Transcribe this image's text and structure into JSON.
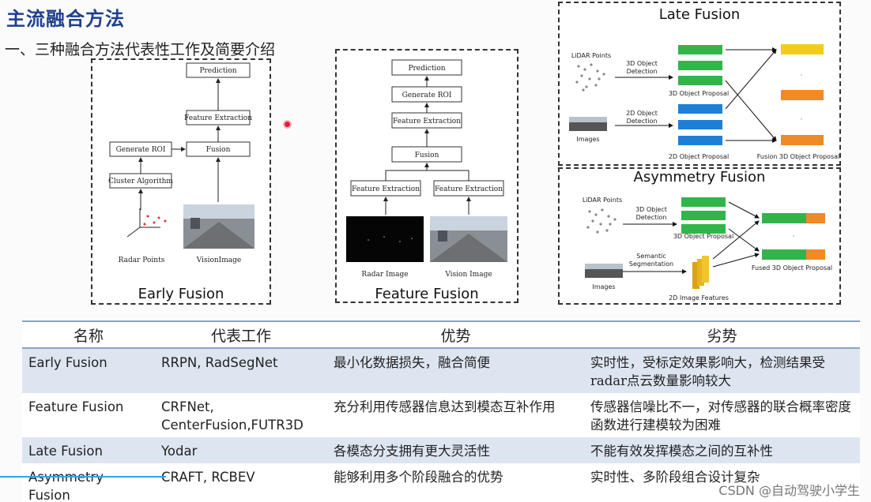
{
  "header": {
    "title": "主流融合方法",
    "subtitle": "一、三种融合方法代表性工作及简要介绍"
  },
  "early_fusion": {
    "caption": "Early Fusion",
    "boxes": {
      "prediction": "Prediction",
      "feature_extraction": "Feature Extraction",
      "generate_roi": "Generate ROI",
      "fusion": "Fusion",
      "cluster_algorithm": "Cluster Algorithm"
    },
    "labels": {
      "radar_points": "Radar Points",
      "vision_image": "VisionImage"
    }
  },
  "feature_fusion": {
    "caption": "Feature Fusion",
    "boxes": {
      "prediction": "Prediction",
      "generate_roi": "Generate ROI",
      "feature_extraction_top": "Feature Extraction",
      "fusion": "Fusion",
      "feature_extraction_left": "Feature Extraction",
      "feature_extraction_right": "Feature Extraction"
    },
    "labels": {
      "radar_image": "Radar Image",
      "vision_image": "Vision Image"
    }
  },
  "late_fusion": {
    "caption": "Late Fusion",
    "labels": {
      "lidar_points": "LiDAR Points",
      "detection_3d": "3D Object",
      "detection_3d_2": "Detection",
      "proposal_3d": "3D Object Proposal",
      "images": "Images",
      "detection_2d": "2D Object",
      "detection_2d_2": "Detection",
      "proposal_2d": "2D Object Proposal",
      "fusion_proposal": "Fusion 3D Object Proposal"
    }
  },
  "asymmetry_fusion": {
    "caption": "Asymmetry Fusion",
    "labels": {
      "lidar_points": "LiDAR Points",
      "detection_3d": "3D Object",
      "detection_3d_2": "Detection",
      "proposal_3d": "3D Object Proposal",
      "semantic": "Semantic",
      "segmentation": "Segmentation",
      "images": "Images",
      "image_features": "2D Image Features",
      "fused_proposal": "Fused 3D Object Proposal"
    }
  },
  "table": {
    "headers": [
      "名称",
      "代表工作",
      "优势",
      "劣势"
    ],
    "rows": [
      {
        "name": "Early Fusion",
        "works": "RRPN, RadSegNet",
        "advantage": "最小化数据损失，融合简便",
        "disadvantage": "实时性，受标定效果影响大，检测结果受radar点云数量影响较大"
      },
      {
        "name": "Feature Fusion",
        "works": "CRFNet, CenterFusion,FUTR3D",
        "advantage": "充分利用传感器信息达到模态互补作用",
        "disadvantage": "传感器信噪比不一，对传感器的联合概率密度函数进行建模较为困难"
      },
      {
        "name": "Late Fusion",
        "works": "Yodar",
        "advantage": "各模态分支拥有更大灵活性",
        "disadvantage": "不能有效发挥模态之间的互补性"
      },
      {
        "name": "Asymmetry Fusion",
        "works": "CRAFT, RCBEV",
        "advantage": "能够利用多个阶段融合的优势",
        "disadvantage": "实时性、多阶段组合设计复杂"
      }
    ]
  },
  "watermark": "CSDN @自动驾驶小学生",
  "colors": {
    "title": "#1f3f8f",
    "row_tint": "#dde5f1",
    "rule": "#8aa4c8",
    "green": "#33b44a",
    "blue": "#1f7fd6",
    "yellow": "#f2cc1c",
    "orange": "#f08a24"
  }
}
